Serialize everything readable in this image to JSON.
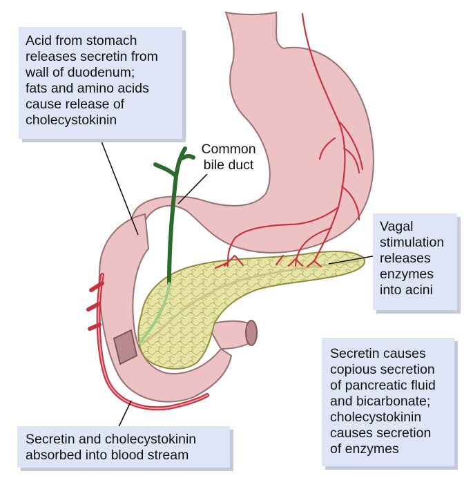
{
  "labels": {
    "acid_stomach": "Acid from stomach\nreleases secretin from\nwall of duodenum;\nfats and amino acids\ncause release of\ncholecystokinin",
    "common_bile_duct": "Common\nbile duct",
    "vagal_stimulation": "Vagal\nstimulation\nreleases\nenzymes\ninto acini",
    "secretin_causes": "Secretin causes\ncopious secretion\nof pancreatic fluid\nand bicarbonate;\ncholecystokinin\ncauses secretion\nof enzymes",
    "absorbed_blood": "Secretin and cholecystokinin\nabsorbed into blood stream"
  },
  "colors": {
    "stomach_fill": "#ecc2c4",
    "stomach_outline": "#9a6f73",
    "pancreas_fill": "#e6e4a6",
    "pancreas_outline": "#8f8a3e",
    "vessel": "#c8313f",
    "bile_duct": "#2a6a2c",
    "box_fill": "#dfe5f6"
  }
}
